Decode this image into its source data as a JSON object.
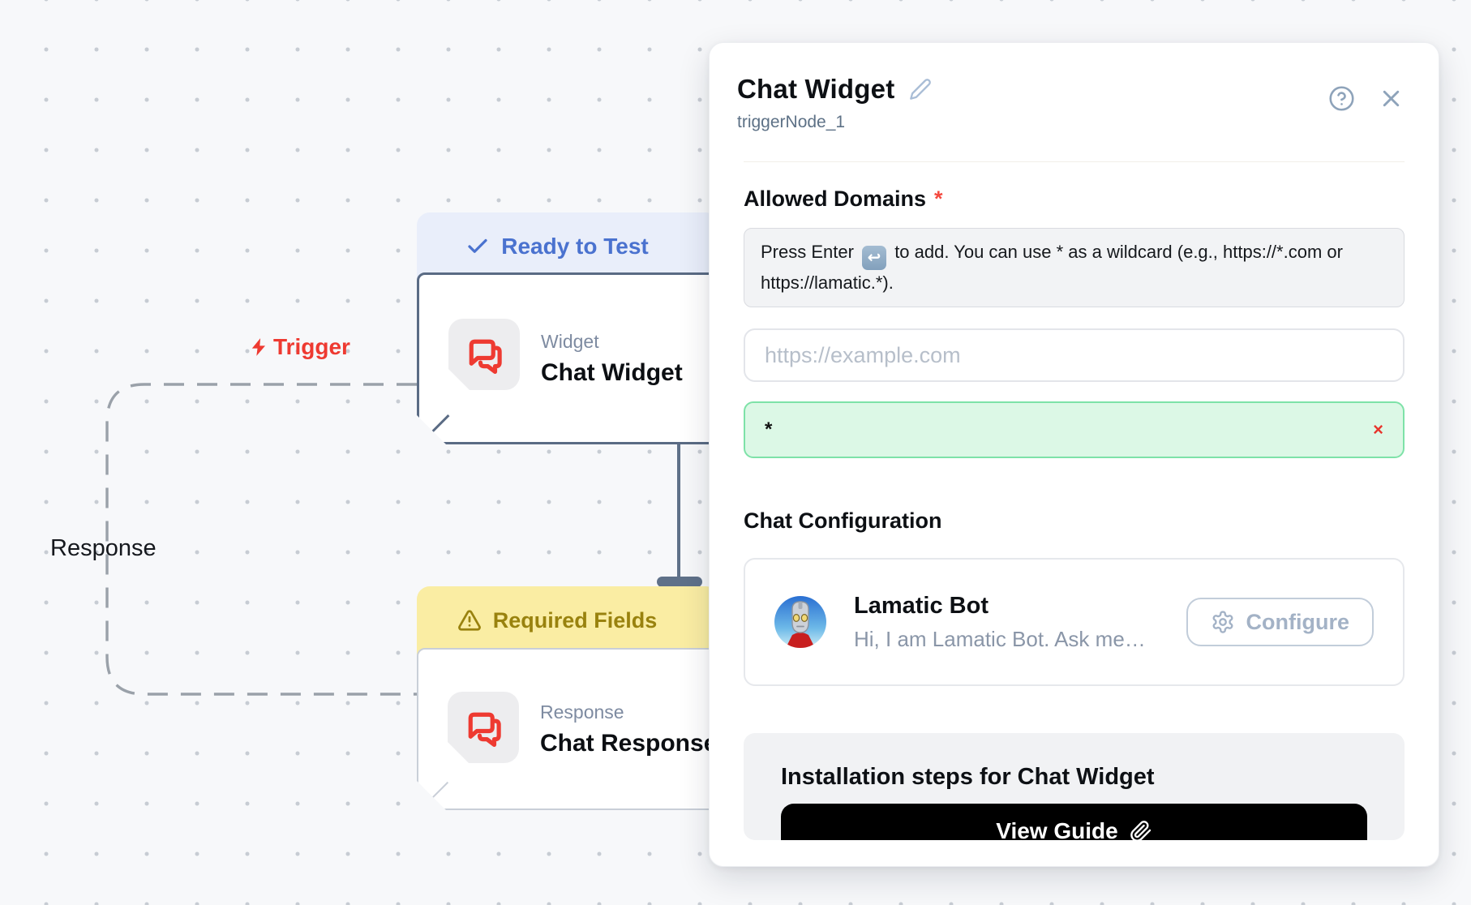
{
  "canvas": {
    "trigger_label": "Trigger",
    "response_label": "Response",
    "widget_node": {
      "status": "Ready to Test",
      "type_label": "Widget",
      "title": "Chat Widget"
    },
    "response_node": {
      "status": "Required Fields",
      "type_label": "Response",
      "title": "Chat Response"
    }
  },
  "panel": {
    "title": "Chat Widget",
    "node_id": "triggerNode_1",
    "allowed_domains": {
      "label": "Allowed Domains",
      "required_marker": "*",
      "hint_prefix": "Press Enter",
      "enter_key_glyph": "↩",
      "hint_suffix": "to add. You can use * as a wildcard (e.g., https://*.com or https://lamatic.*).",
      "input_placeholder": "https://example.com",
      "domains": [
        {
          "value": "*",
          "remove_glyph": "×"
        }
      ]
    },
    "chat_configuration": {
      "label": "Chat Configuration",
      "bot_name": "Lamatic Bot",
      "bot_description": "Hi, I am Lamatic Bot. Ask me…",
      "configure_label": "Configure"
    },
    "installation": {
      "heading": "Installation steps for Chat Widget",
      "view_guide_label": "View Guide"
    }
  },
  "colors": {
    "accent_red": "#ee3a31",
    "status_ready_text": "#4a72cf",
    "status_ready_bg": "#e9eefa",
    "status_warning_text": "#99820e",
    "status_warning_bg": "#faeda3",
    "tag_green_bg": "#dcf8e6",
    "tag_green_border": "#7ee2a8",
    "guide_button_bg": "#000000"
  }
}
